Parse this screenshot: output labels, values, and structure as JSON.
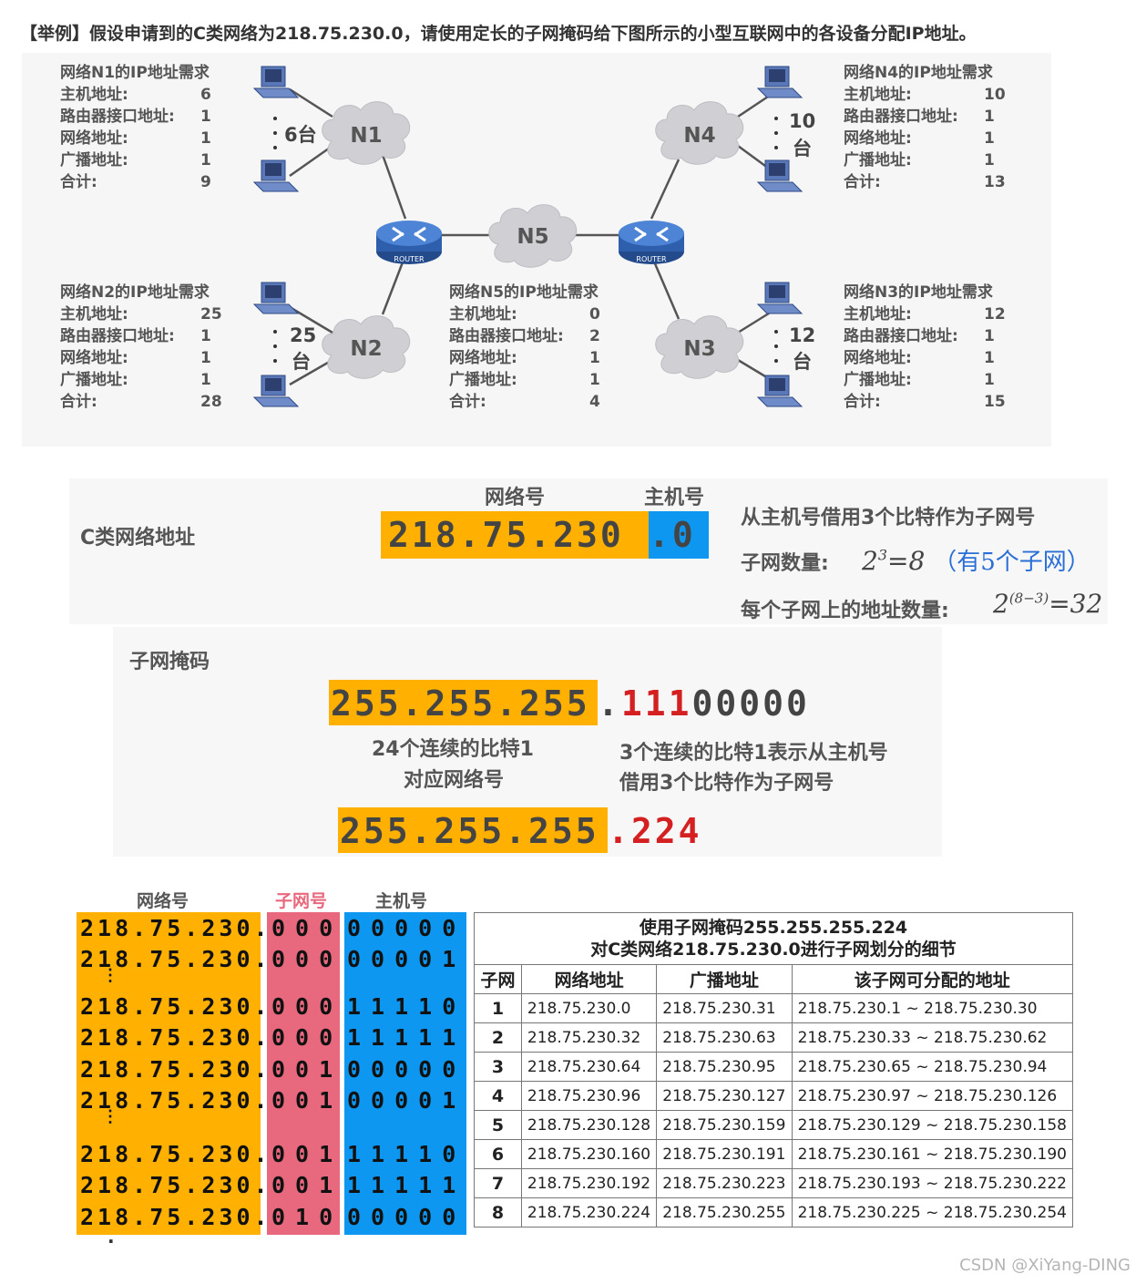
{
  "heading": "【举例】假设申请到的C类网络为218.75.230.0，请使用定长的子网掩码给下图所示的小型互联网中的各设备分配IP地址。",
  "requirements": {
    "n1": {
      "title": "网络N1的IP地址需求",
      "rows": [
        {
          "label": "主机地址:",
          "value": "6"
        },
        {
          "label": "路由器接口地址:",
          "value": "1"
        },
        {
          "label": "网络地址:",
          "value": "1"
        },
        {
          "label": "广播地址:",
          "value": "1"
        },
        {
          "label": "合计:",
          "value": "9"
        }
      ]
    },
    "n2": {
      "title": "网络N2的IP地址需求",
      "rows": [
        {
          "label": "主机地址:",
          "value": "25"
        },
        {
          "label": "路由器接口地址:",
          "value": "1"
        },
        {
          "label": "网络地址:",
          "value": "1"
        },
        {
          "label": "广播地址:",
          "value": "1"
        },
        {
          "label": "合计:",
          "value": "28"
        }
      ]
    },
    "n5": {
      "title": "网络N5的IP地址需求",
      "rows": [
        {
          "label": "主机地址:",
          "value": "0"
        },
        {
          "label": "路由器接口地址:",
          "value": "2"
        },
        {
          "label": "网络地址:",
          "value": "1"
        },
        {
          "label": "广播地址:",
          "value": "1"
        },
        {
          "label": "合计:",
          "value": "4"
        }
      ]
    },
    "n4": {
      "title": "网络N4的IP地址需求",
      "rows": [
        {
          "label": "主机地址:",
          "value": "10"
        },
        {
          "label": "路由器接口地址:",
          "value": "1"
        },
        {
          "label": "网络地址:",
          "value": "1"
        },
        {
          "label": "广播地址:",
          "value": "1"
        },
        {
          "label": "合计:",
          "value": "13"
        }
      ]
    },
    "n3": {
      "title": "网络N3的IP地址需求",
      "rows": [
        {
          "label": "主机地址:",
          "value": "12"
        },
        {
          "label": "路由器接口地址:",
          "value": "1"
        },
        {
          "label": "网络地址:",
          "value": "1"
        },
        {
          "label": "广播地址:",
          "value": "1"
        },
        {
          "label": "合计:",
          "value": "15"
        }
      ]
    }
  },
  "clouds": {
    "n1": "N1",
    "n2": "N2",
    "n3": "N3",
    "n4": "N4",
    "n5": "N5"
  },
  "router_label": "ROUTER",
  "host_counts": {
    "n1": "6台",
    "n2_num": "25",
    "n2_unit": "台",
    "n4_num": "10",
    "n4_unit": "台",
    "n3_num": "12",
    "n3_unit": "台"
  },
  "class_c": {
    "label": "C类网络地址",
    "net_label": "网络号",
    "host_label": "主机号",
    "net_part": "218.75.230",
    "host_part": ".0",
    "borrow_text": "从主机号借用3个比特作为子网号",
    "subnet_count_label": "子网数量:",
    "subnet_count_base": "2",
    "subnet_count_exp": "3",
    "subnet_count_result": "=8",
    "subnet_note": "（有5个子网）",
    "addr_count_label": "每个子网上的地址数量:",
    "addr_count_base": "2",
    "addr_count_exp": "(8−3)",
    "addr_count_result": "=32"
  },
  "mask": {
    "label": "子网掩码",
    "prefix": "255.255.255",
    "dot": ".",
    "borrowed_bits": "111",
    "rest_bits": "00000",
    "note_left_1": "24个连续的比特1",
    "note_left_2": "对应网络号",
    "note_right_1": "3个连续的比特1表示从主机号",
    "note_right_2": "借用3个比特作为子网号",
    "decimal_prefix": "255.255.255",
    "decimal_suffix": ".224"
  },
  "bit_table": {
    "col_net": "网络号",
    "col_subnet": "子网号",
    "col_host": "主机号",
    "colors": {
      "net": "#ffb000",
      "subnet": "#e8687e",
      "host": "#0d97f0"
    },
    "rows": [
      {
        "net": "218.75.230.",
        "sub": "000",
        "host": "00000"
      },
      {
        "net": "218.75.230.",
        "sub": "000",
        "host": "00001"
      },
      {
        "net": "⋮",
        "sub": "",
        "host": ""
      },
      {
        "net": "218.75.230.",
        "sub": "000",
        "host": "11110"
      },
      {
        "net": "218.75.230.",
        "sub": "000",
        "host": "11111"
      },
      {
        "net": "218.75.230.",
        "sub": "001",
        "host": "00000"
      },
      {
        "net": "218.75.230.",
        "sub": "001",
        "host": "00001"
      },
      {
        "net": "⋮",
        "sub": "",
        "host": ""
      },
      {
        "net": "218.75.230.",
        "sub": "001",
        "host": "11110"
      },
      {
        "net": "218.75.230.",
        "sub": "001",
        "host": "11111"
      },
      {
        "net": "218.75.230.",
        "sub": "010",
        "host": "00000"
      }
    ],
    "trailing_dot": "·"
  },
  "subnet_table": {
    "title_1": "使用子网掩码255.255.255.224",
    "title_2": "对C类网络218.75.230.0进行子网划分的细节",
    "headers": [
      "子网",
      "网络地址",
      "广播地址",
      "该子网可分配的地址"
    ],
    "rows": [
      [
        "1",
        "218.75.230.0",
        "218.75.230.31",
        "218.75.230.1 ~ 218.75.230.30"
      ],
      [
        "2",
        "218.75.230.32",
        "218.75.230.63",
        "218.75.230.33 ~ 218.75.230.62"
      ],
      [
        "3",
        "218.75.230.64",
        "218.75.230.95",
        "218.75.230.65 ~ 218.75.230.94"
      ],
      [
        "4",
        "218.75.230.96",
        "218.75.230.127",
        "218.75.230.97 ~ 218.75.230.126"
      ],
      [
        "5",
        "218.75.230.128",
        "218.75.230.159",
        "218.75.230.129 ~ 218.75.230.158"
      ],
      [
        "6",
        "218.75.230.160",
        "218.75.230.191",
        "218.75.230.161 ~ 218.75.230.190"
      ],
      [
        "7",
        "218.75.230.192",
        "218.75.230.223",
        "218.75.230.193 ~ 218.75.230.222"
      ],
      [
        "8",
        "218.75.230.224",
        "218.75.230.255",
        "218.75.230.225 ~ 218.75.230.254"
      ]
    ]
  },
  "watermark": "CSDN @XiYang-DING"
}
